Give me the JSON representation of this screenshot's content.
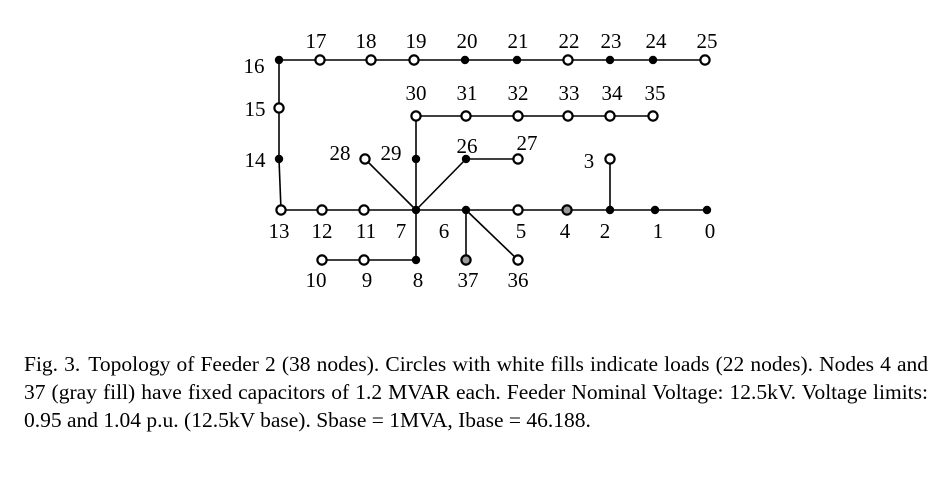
{
  "figure": {
    "caption_number": "Fig. 3.",
    "caption_text": "Topology of Feeder 2 (38 nodes). Circles with white fills indicate loads (22 nodes). Nodes 4 and 37 (gray fill) have fixed capacitors of 1.2 MVAR each. Feeder Nominal Voltage: 12.5kV. Voltage limits: 0.95 and 1.04 p.u. (12.5kV base). Sbase = 1MVA, Ibase = 46.188."
  },
  "colors": {
    "load_fill": "#ffffff",
    "capacitor_fill": "#9a9a9a",
    "junction_fill": "#000000",
    "line": "#000000"
  },
  "nodes": [
    {
      "id": "0",
      "kind": "junction"
    },
    {
      "id": "1",
      "kind": "junction"
    },
    {
      "id": "2",
      "kind": "junction"
    },
    {
      "id": "3",
      "kind": "load"
    },
    {
      "id": "4",
      "kind": "capacitor"
    },
    {
      "id": "5",
      "kind": "load"
    },
    {
      "id": "6",
      "kind": "junction"
    },
    {
      "id": "7",
      "kind": "junction"
    },
    {
      "id": "8",
      "kind": "junction"
    },
    {
      "id": "9",
      "kind": "load"
    },
    {
      "id": "10",
      "kind": "load"
    },
    {
      "id": "11",
      "kind": "load"
    },
    {
      "id": "12",
      "kind": "load"
    },
    {
      "id": "13",
      "kind": "load"
    },
    {
      "id": "14",
      "kind": "junction"
    },
    {
      "id": "15",
      "kind": "load"
    },
    {
      "id": "16",
      "kind": "junction"
    },
    {
      "id": "17",
      "kind": "load"
    },
    {
      "id": "18",
      "kind": "load"
    },
    {
      "id": "19",
      "kind": "load"
    },
    {
      "id": "20",
      "kind": "junction"
    },
    {
      "id": "21",
      "kind": "junction"
    },
    {
      "id": "22",
      "kind": "load"
    },
    {
      "id": "23",
      "kind": "junction"
    },
    {
      "id": "24",
      "kind": "junction"
    },
    {
      "id": "25",
      "kind": "load"
    },
    {
      "id": "26",
      "kind": "junction"
    },
    {
      "id": "27",
      "kind": "load"
    },
    {
      "id": "28",
      "kind": "load"
    },
    {
      "id": "29",
      "kind": "junction"
    },
    {
      "id": "30",
      "kind": "load"
    },
    {
      "id": "31",
      "kind": "load"
    },
    {
      "id": "32",
      "kind": "load"
    },
    {
      "id": "33",
      "kind": "load"
    },
    {
      "id": "34",
      "kind": "load"
    },
    {
      "id": "35",
      "kind": "load"
    },
    {
      "id": "36",
      "kind": "load"
    },
    {
      "id": "37",
      "kind": "capacitor"
    }
  ],
  "edges": [
    [
      "0",
      "1"
    ],
    [
      "1",
      "2"
    ],
    [
      "2",
      "4"
    ],
    [
      "4",
      "5"
    ],
    [
      "5",
      "6"
    ],
    [
      "6",
      "7"
    ],
    [
      "7",
      "11"
    ],
    [
      "11",
      "12"
    ],
    [
      "12",
      "13"
    ],
    [
      "2",
      "3"
    ],
    [
      "6",
      "37"
    ],
    [
      "6",
      "36"
    ],
    [
      "7",
      "8"
    ],
    [
      "8",
      "9"
    ],
    [
      "9",
      "10"
    ],
    [
      "13",
      "14"
    ],
    [
      "14",
      "15"
    ],
    [
      "15",
      "16"
    ],
    [
      "16",
      "17"
    ],
    [
      "17",
      "18"
    ],
    [
      "18",
      "19"
    ],
    [
      "19",
      "20"
    ],
    [
      "20",
      "21"
    ],
    [
      "21",
      "22"
    ],
    [
      "22",
      "23"
    ],
    [
      "23",
      "24"
    ],
    [
      "24",
      "25"
    ],
    [
      "7",
      "28"
    ],
    [
      "7",
      "29"
    ],
    [
      "29",
      "30"
    ],
    [
      "30",
      "31"
    ],
    [
      "31",
      "32"
    ],
    [
      "32",
      "33"
    ],
    [
      "33",
      "34"
    ],
    [
      "34",
      "35"
    ],
    [
      "7",
      "26"
    ],
    [
      "26",
      "27"
    ]
  ]
}
